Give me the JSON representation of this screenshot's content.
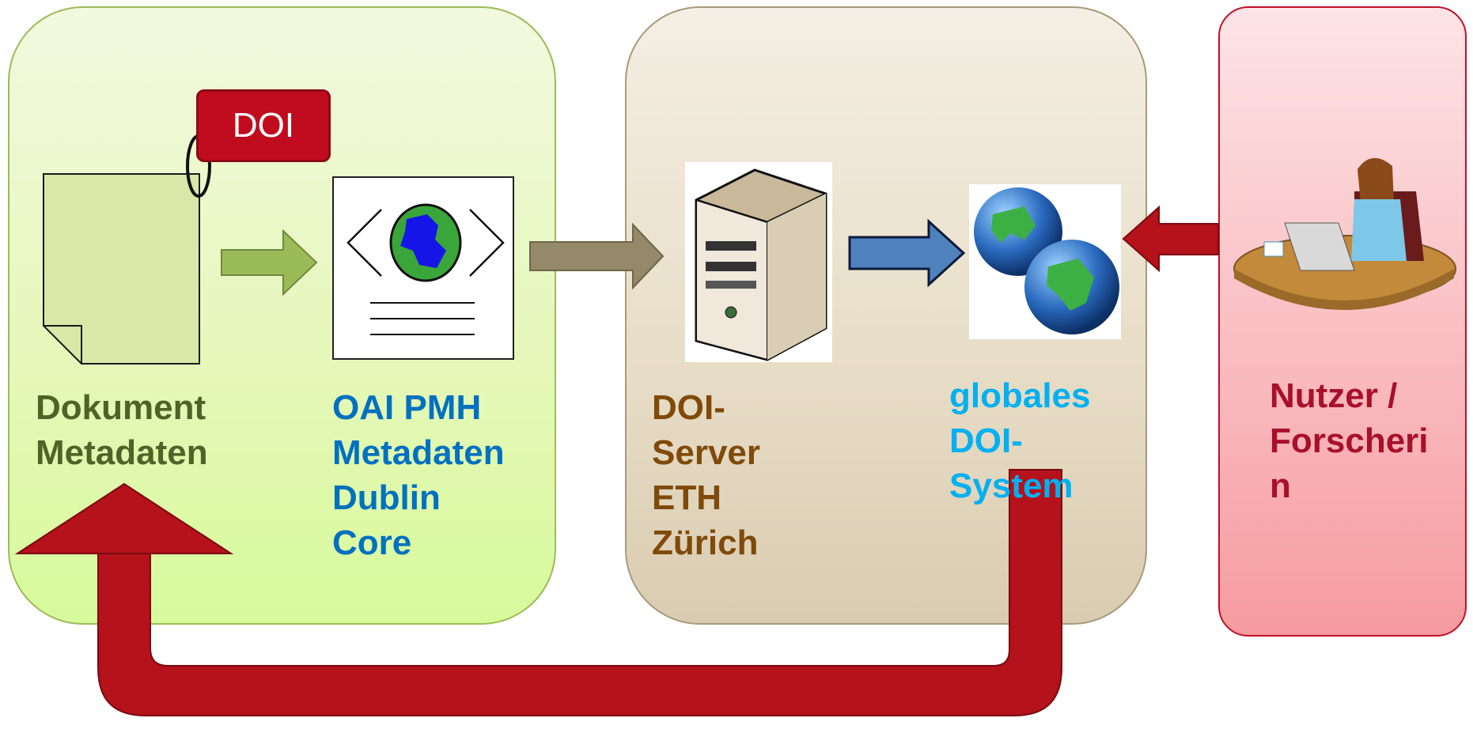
{
  "doi_tag": {
    "label": "DOI"
  },
  "labels": {
    "dokument": "Dokument\nMetadaten",
    "oai": "OAI PMH\nMetadaten\nDublin\nCore",
    "doi_server": "DOI-\nServer\nETH\nZürich",
    "globales": "globales\nDOI-\nSystem",
    "nutzer": "Nutzer /\nForscheri\nn"
  },
  "colors": {
    "green_panel": "#e6f7bb",
    "tan_panel": "#e7dcc5",
    "red_panel": "#f9b9bd",
    "return_arrow": "#b5121b",
    "dokument_text": "#4f6228",
    "oai_text": "#0070c0",
    "doi_server_text": "#7f4a0a",
    "globales_text": "#00b0f0",
    "nutzer_text": "#a8102a"
  },
  "icons": [
    "document-icon",
    "metadata-globe-icon",
    "server-icon",
    "globes-icon",
    "user-at-laptop-icon"
  ]
}
